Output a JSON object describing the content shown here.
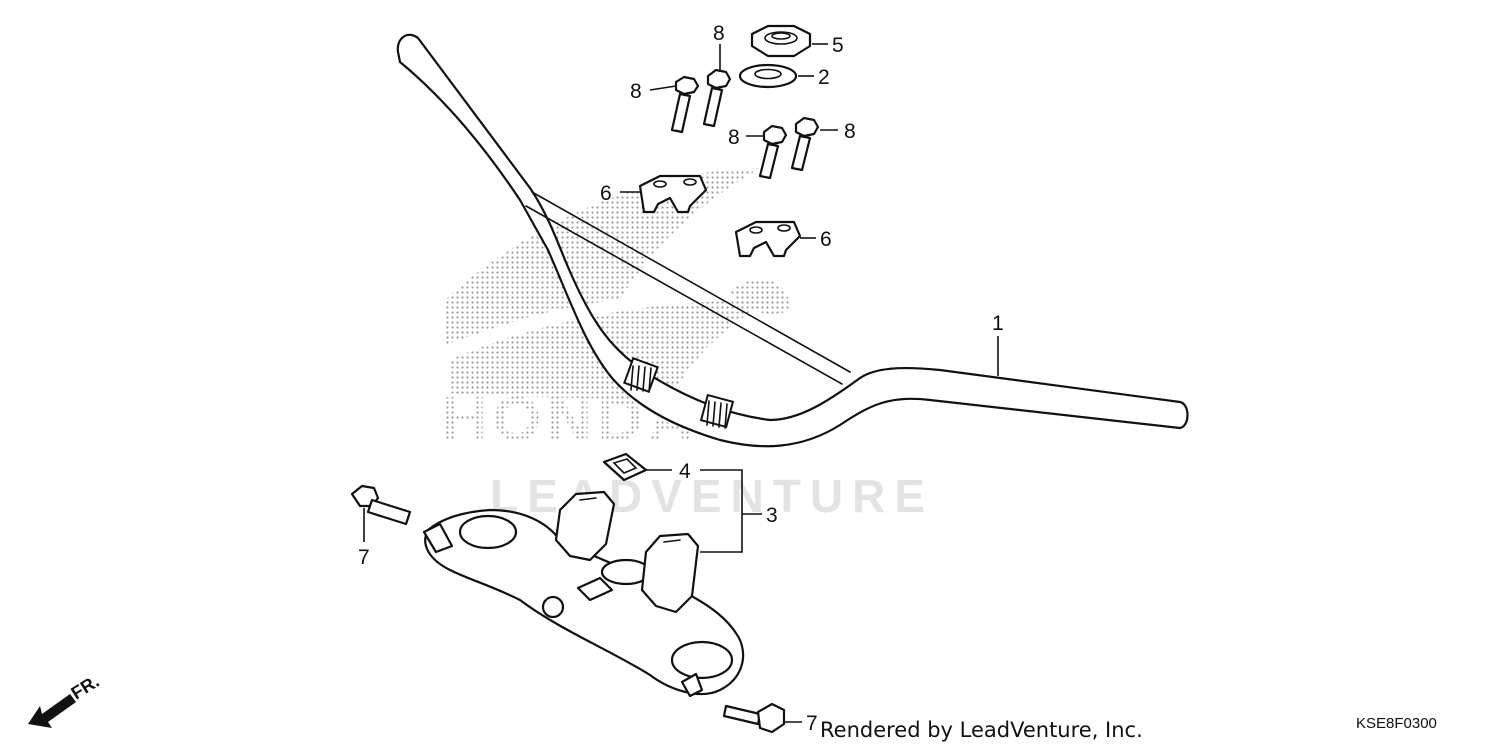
{
  "diagram": {
    "callouts": [
      {
        "id": "handlebar",
        "label": "1"
      },
      {
        "id": "washer",
        "label": "2"
      },
      {
        "id": "bridge",
        "label": "3"
      },
      {
        "id": "plate",
        "label": "4"
      },
      {
        "id": "nut",
        "label": "5"
      },
      {
        "id": "holder-upper-left",
        "label": "6"
      },
      {
        "id": "holder-upper-right",
        "label": "6"
      },
      {
        "id": "bolt-7-left",
        "label": "7"
      },
      {
        "id": "bolt-7-bottom",
        "label": "7"
      },
      {
        "id": "bolt-8-a",
        "label": "8"
      },
      {
        "id": "bolt-8-b",
        "label": "8"
      },
      {
        "id": "bolt-8-c",
        "label": "8"
      },
      {
        "id": "bolt-8-d",
        "label": "8"
      }
    ],
    "front_indicator": "FR.",
    "watermark_brand": "HONDA",
    "watermark_text": "LEADVENTURE",
    "credit": "Rendered by LeadVenture, Inc.",
    "diagram_code": "KSE8F0300"
  },
  "colors": {
    "line": "#111111",
    "watermark": "#e3e3e3",
    "background": "#ffffff"
  }
}
